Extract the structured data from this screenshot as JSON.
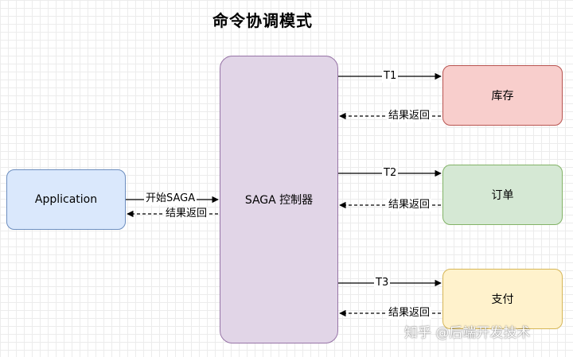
{
  "title": "命令协调模式",
  "nodes": {
    "application": {
      "label": "Application",
      "fill": "#dae8fc",
      "stroke": "#6c8ebf"
    },
    "saga": {
      "label": "SAGA 控制器",
      "fill": "#e1d5e7",
      "stroke": "#9673a6"
    },
    "inventory": {
      "label": "库存",
      "fill": "#f8cecc",
      "stroke": "#b85450"
    },
    "order": {
      "label": "订单",
      "fill": "#d5e8d4",
      "stroke": "#82b366"
    },
    "payment": {
      "label": "支付",
      "fill": "#fff2cc",
      "stroke": "#d6b656"
    }
  },
  "edges": {
    "start_saga": "开始SAGA",
    "app_return": "结果返回",
    "t1": "T1",
    "t1_return": "结果返回",
    "t2": "T2",
    "t2_return": "结果返回",
    "t3": "T3",
    "t3_return": "结果返回"
  },
  "watermark": "知乎 @后端开发技术"
}
